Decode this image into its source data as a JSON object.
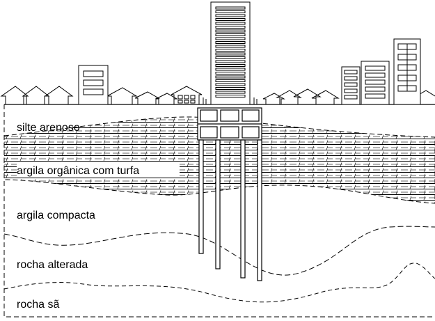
{
  "layers": [
    {
      "id": "silte",
      "label": "silte arenoso"
    },
    {
      "id": "argila-organica",
      "label": "argila orgânica com turfa"
    },
    {
      "id": "argila-compacta",
      "label": "argila compacta"
    },
    {
      "id": "rocha-alterada",
      "label": "rocha alterada"
    },
    {
      "id": "rocha-sa",
      "label": "rocha sã"
    }
  ],
  "colors": {
    "line": "#000000",
    "background": "#ffffff"
  },
  "icons": {
    "houses": "house-outline-icon",
    "buildings": "building-outline-icon",
    "piles": "foundation-pile-icon"
  }
}
